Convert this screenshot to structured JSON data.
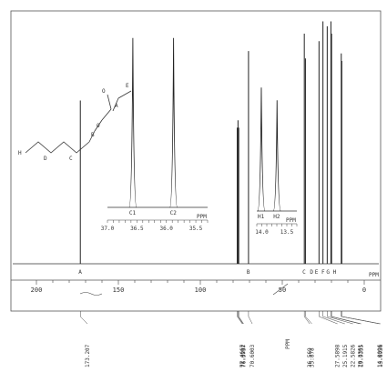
{
  "chart_data": {
    "type": "line",
    "x_unit_label": "PPM",
    "x_axis": {
      "range": [
        220,
        -10
      ],
      "ticks": [
        "200",
        "150",
        "100",
        "50",
        "0"
      ],
      "tick_values": [
        200,
        150,
        100,
        50,
        0
      ],
      "reversed": true,
      "grid": false
    },
    "peaks": [
      {
        "ppm": 173.207,
        "label": "173.207",
        "assignment": "A",
        "height": 0.66
      },
      {
        "ppm": 77.4667,
        "label": "77.4667",
        "assignment": "",
        "height": 0.55
      },
      {
        "ppm": 77.0202,
        "label": "77.0202",
        "assignment": "",
        "height": 0.58
      },
      {
        "ppm": 76.5737,
        "label": "76.5737",
        "assignment": "",
        "height": 0.55
      },
      {
        "ppm": 70.6003,
        "label": "70.6003",
        "assignment": "B",
        "height": 0.86
      },
      {
        "ppm": 36.569,
        "label": "36.569",
        "assignment": "C",
        "height": 0.93
      },
      {
        "ppm": 35.878,
        "label": "35.878",
        "assignment": "",
        "height": 0.83
      },
      {
        "ppm": 27.5898,
        "label": "27.5898",
        "assignment": "",
        "height": 0.9
      },
      {
        "ppm": 25.1915,
        "label": "25.1915",
        "assignment": "",
        "height": 0.98
      },
      {
        "ppm": 22.5826,
        "label": "22.5826",
        "assignment": "",
        "height": 0.96
      },
      {
        "ppm": 20.3361,
        "label": "20.3361",
        "assignment": "",
        "height": 0.98
      },
      {
        "ppm": 19.9335,
        "label": "19.9335",
        "assignment": "",
        "height": 0.93
      },
      {
        "ppm": 14.0096,
        "label": "14.0096",
        "assignment": "",
        "height": 0.85
      },
      {
        "ppm": 13.6956,
        "label": "13.6956",
        "assignment": "",
        "height": 0.82
      }
    ],
    "assignment_letters": [
      "A",
      "B",
      "C",
      "D",
      "E",
      "F",
      "G",
      "H"
    ],
    "insets": [
      {
        "name": "inset-left",
        "x_range": [
          37.0,
          35.3
        ],
        "ticks": [
          "37.0",
          "36.5",
          "36.0",
          "35.5"
        ],
        "tick_values": [
          37.0,
          36.5,
          36.0,
          35.5
        ],
        "unit_label": "PPM",
        "peaks": [
          {
            "ppm": 36.569,
            "label": "C1",
            "height": 0.95
          },
          {
            "ppm": 35.878,
            "label": "C2",
            "height": 0.95
          }
        ]
      },
      {
        "name": "inset-right",
        "x_range": [
          14.1,
          13.3
        ],
        "ticks": [
          "14.0",
          "13.5"
        ],
        "tick_values": [
          14.0,
          13.5
        ],
        "unit_label": "PPM",
        "peaks": [
          {
            "ppm": 14.0096,
            "label": "H1",
            "height": 0.78
          },
          {
            "ppm": 13.6956,
            "label": "H2",
            "height": 0.7
          }
        ]
      }
    ],
    "structure_labels": [
      "H",
      "D",
      "C",
      "B",
      "A",
      "E",
      "O",
      "O"
    ],
    "peak_list_unit": "PPM"
  },
  "colors": {
    "ink": "#2a2a2a",
    "paper": "#ffffff"
  }
}
